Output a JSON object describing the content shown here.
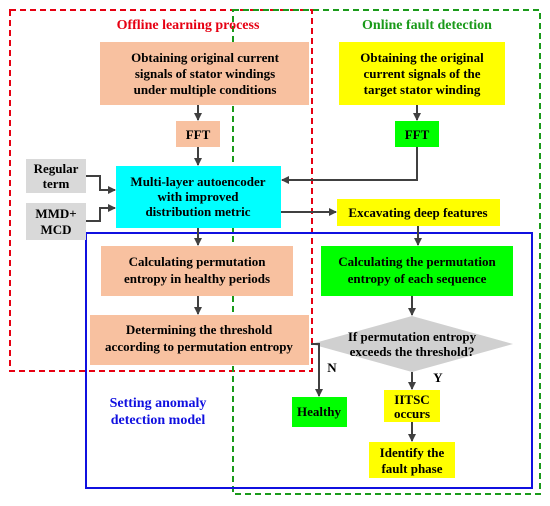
{
  "regions": {
    "offline": {
      "title": "Offline learning process",
      "color": "#e60012"
    },
    "online": {
      "title": "Online fault detection",
      "color": "#1a9a1a"
    },
    "anomaly": {
      "title_line1": "Setting anomaly",
      "title_line2": "detection model",
      "color": "#1010e0"
    }
  },
  "colors": {
    "peach": "#f8c1a0",
    "yellow": "#ffff00",
    "green": "#00ff00",
    "cyan": "#00ffff",
    "gray": "#d9d9d9",
    "decision": "#d0d0d0",
    "arrow": "#404040"
  },
  "nodes": {
    "obtain_multi": {
      "line1": "Obtaining original current",
      "line2": "signals of stator windings",
      "line3": "under multiple conditions"
    },
    "fft_offline": {
      "label": "FFT"
    },
    "obtain_target": {
      "line1": "Obtaining the original",
      "line2": "current signals of the",
      "line3": "target stator winding"
    },
    "fft_online": {
      "label": "FFT"
    },
    "regular_term": {
      "line1": "Regular",
      "line2": "term"
    },
    "mmd_mcd": {
      "line1": "MMD+",
      "line2": "MCD"
    },
    "autoencoder": {
      "line1": "Multi-layer autoencoder",
      "line2": "with improved",
      "line3": "distribution metric"
    },
    "excavating": {
      "label": "Excavating deep features"
    },
    "pe_healthy": {
      "line1": "Calculating permutation",
      "line2": "entropy  in healthy periods"
    },
    "threshold": {
      "line1": "Determining the threshold",
      "line2": "according to permutation entropy"
    },
    "pe_sequence": {
      "line1": "Calculating the permutation",
      "line2": "entropy of each sequence"
    },
    "decision": {
      "line1": "If  permutation entropy",
      "line2": "exceeds the threshold?"
    },
    "branch_n": {
      "label": "N"
    },
    "branch_y": {
      "label": "Y"
    },
    "healthy": {
      "label": "Healthy"
    },
    "iitsc": {
      "line1": "IITSC",
      "line2": "occurs"
    },
    "identify": {
      "line1": "Identify the",
      "line2": "fault phase"
    }
  }
}
